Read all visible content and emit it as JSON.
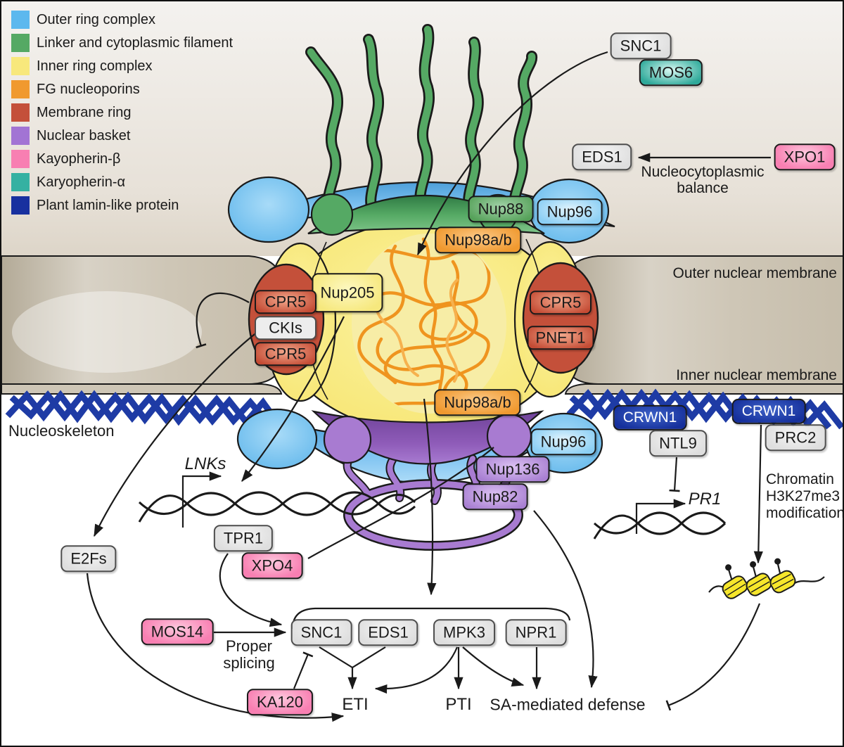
{
  "legend": {
    "items": [
      {
        "label": "Outer ring complex",
        "color": "#5CB8EE"
      },
      {
        "label": "Linker and cytoplasmic filament",
        "color": "#55A964"
      },
      {
        "label": "Inner ring complex",
        "color": "#F8E87C"
      },
      {
        "label": "FG nucleoporins",
        "color": "#F0992F"
      },
      {
        "label": "Membrane ring",
        "color": "#C4503A"
      },
      {
        "label": "Nuclear basket",
        "color": "#A274D4"
      },
      {
        "label": "Kayopherin-β",
        "color": "#F87FB2"
      },
      {
        "label": "Karyopherin-α",
        "color": "#35B1A2"
      },
      {
        "label": "Plant lamin-like protein",
        "color": "#18309F"
      }
    ]
  },
  "envelope": {
    "outer_membrane": "Outer nuclear membrane",
    "inner_membrane": "Inner nuclear membrane",
    "nucleoskeleton": "Nucleoskeleton"
  },
  "cytoplasm": {
    "snc1": "SNC1",
    "mos6": "MOS6",
    "eds1": "EDS1",
    "xpo1": "XPO1",
    "balance_line1": "Nucleocytoplasmic",
    "balance_line2": "balance"
  },
  "pore": {
    "nup88": "Nup88",
    "nup96_top": "Nup96",
    "nup98ab_top": "Nup98a/b",
    "nup205": "Nup205",
    "cpr5_left_top": "CPR5",
    "ckis": "CKIs",
    "cpr5_left_bottom": "CPR5",
    "cpr5_right": "CPR5",
    "pnet1": "PNET1",
    "nup98ab_bottom": "Nup98a/b",
    "nup96_bottom": "Nup96",
    "nup136": "Nup136",
    "nup82": "Nup82"
  },
  "nucleus": {
    "crwn1_left": "CRWN1",
    "ntl9": "NTL9",
    "crwn1_right": "CRWN1",
    "prc2": "PRC2",
    "chromatin_line1": "Chromatin",
    "chromatin_line2": "H3K27me3",
    "chromatin_line3": "modification",
    "lnks": "LNKs",
    "pr1": "PR1",
    "e2fs": "E2Fs",
    "tpr1": "TPR1",
    "xpo4": "XPO4",
    "mos14": "MOS14",
    "splicing_line1": "Proper",
    "splicing_line2": "splicing",
    "ka120": "KA120",
    "snc1": "SNC1",
    "eds1": "EDS1",
    "mpk3": "MPK3",
    "npr1": "NPR1",
    "eti": "ETI",
    "pti": "PTI",
    "sa_defense": "SA-mediated defense"
  }
}
